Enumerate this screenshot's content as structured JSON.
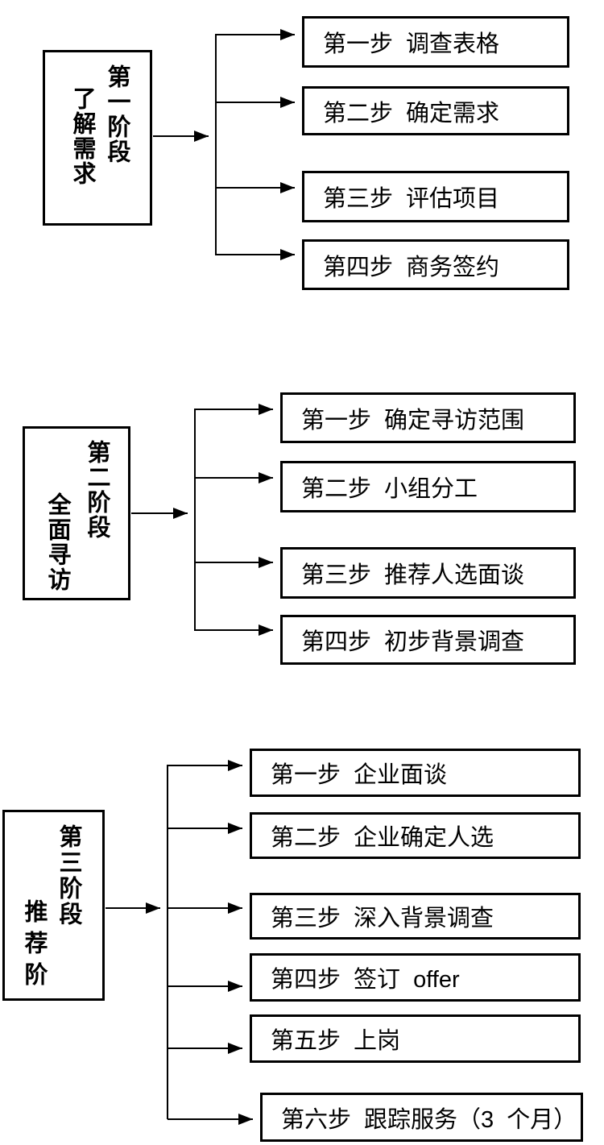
{
  "diagram": {
    "background_color": "#ffffff",
    "line_color": "#000000",
    "box_border_color": "#000000",
    "stages": [
      {
        "title": "第一阶段",
        "subtitle": "了解需求",
        "steps": [
          "第一步 调查表格",
          "第二步 确定需求",
          "第三步 评估项目",
          "第四步 商务签约"
        ]
      },
      {
        "title": "第二阶段",
        "subtitle": "全面寻访",
        "steps": [
          "第一步 确定寻访范围",
          "第二步 小组分工",
          "第三步 推荐人选面谈",
          "第四步 初步背景调查"
        ]
      },
      {
        "title": "第三阶段",
        "subtitle": "推荐阶",
        "steps": [
          "第一步 企业面谈",
          "第二步 企业确定人选",
          "第三步 深入背景调查",
          "第四步 签订 offer",
          "第五步 上岗",
          "第六步 跟踪服务（3 个月）"
        ]
      }
    ]
  }
}
